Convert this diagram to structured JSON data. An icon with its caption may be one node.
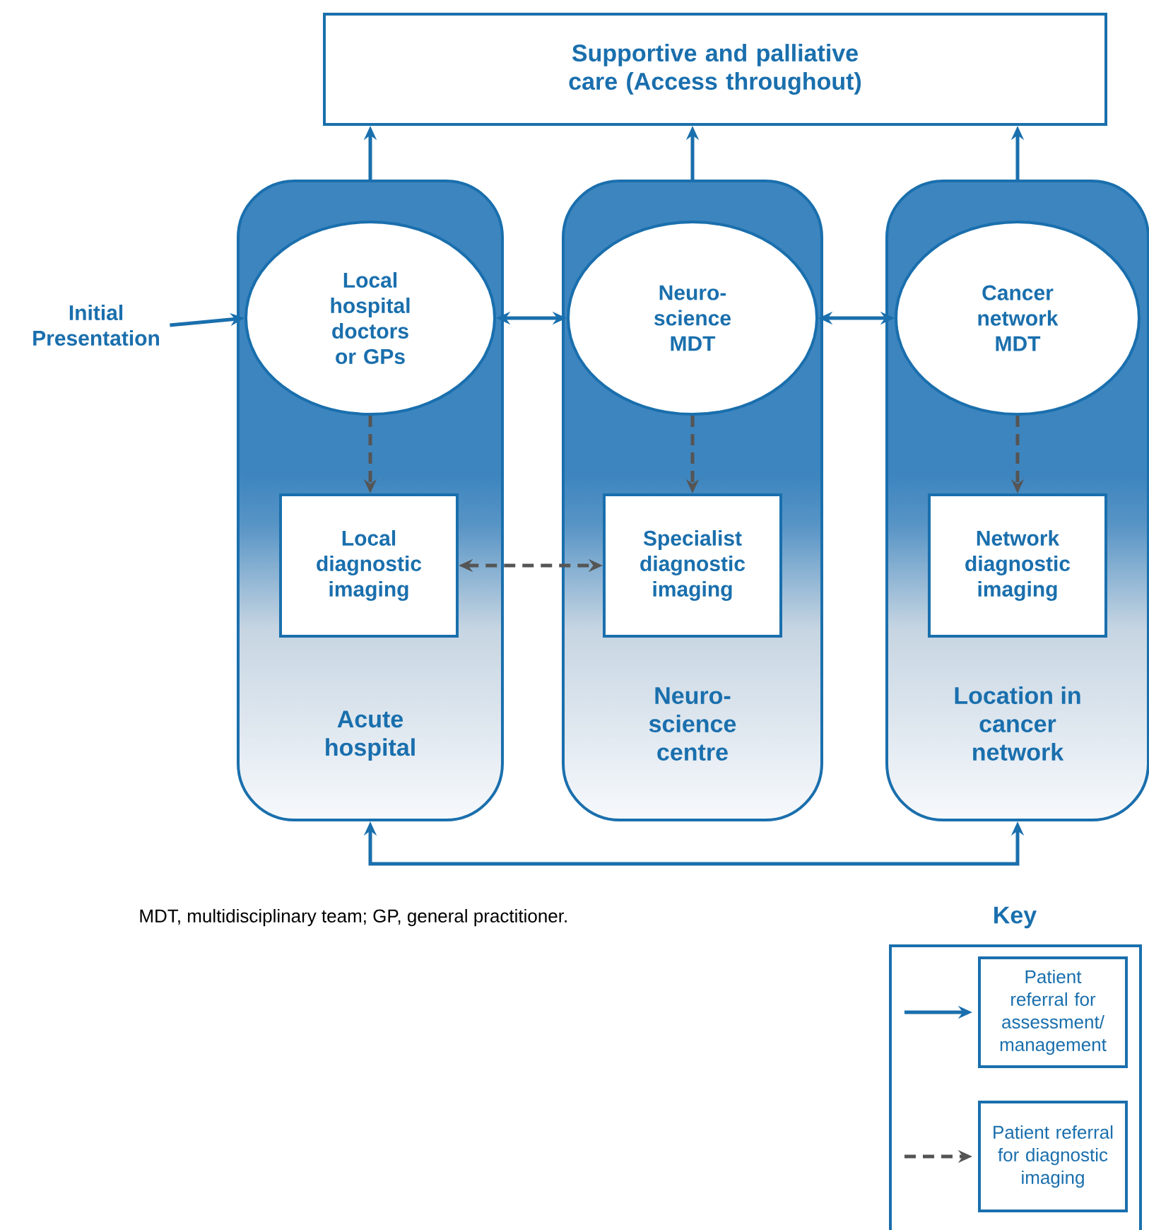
{
  "diagram": {
    "caption": "MDT, multidisciplinary team; GP, general practitioner.",
    "nodes": [
      {
        "text": [
          "Supportive and palliative care (Access throughout)"
        ]
      },
      {
        "text": [
          "Initial Presentation"
        ]
      },
      {
        "text": [
          "Acute hospital"
        ]
      },
      {
        "text": [
          "Local hospital doctors or GPs"
        ],
        "in": 2
      },
      {
        "text": [
          "Local diagnostic imaging"
        ],
        "in": 2
      },
      {
        "text": [
          "Neuro-science centre"
        ]
      },
      {
        "text": [
          "Neuro-science MDT"
        ],
        "in": 5
      },
      {
        "text": [
          "Specialist diagnostic imaging"
        ],
        "in": 5
      },
      {
        "text": [
          "Location in cancer network"
        ]
      },
      {
        "text": [
          "Cancer network MDT"
        ],
        "in": 8
      },
      {
        "text": [
          "Network diagnostic imaging"
        ],
        "in": 8
      }
    ],
    "edges": [
      {
        "from": 1,
        "to": 3,
        "arrow": "to"
      },
      {
        "from": 2,
        "to": 0,
        "arrow": "to"
      },
      {
        "from": 5,
        "to": 0,
        "arrow": "to"
      },
      {
        "from": 8,
        "to": 0,
        "arrow": "to"
      },
      {
        "from": 3,
        "to": 6,
        "arrow": "both"
      },
      {
        "from": 6,
        "to": 9,
        "arrow": "both"
      },
      {
        "from": 3,
        "to": 4,
        "arrow": "to",
        "style": "dashed",
        "color": "#555555"
      },
      {
        "from": 6,
        "to": 7,
        "arrow": "to",
        "style": "dashed",
        "color": "#555555"
      },
      {
        "from": 9,
        "to": 10,
        "arrow": "to",
        "style": "dashed",
        "color": "#555555"
      },
      {
        "from": 4,
        "to": 7,
        "arrow": "both",
        "style": "dashed",
        "color": "#555555"
      },
      {
        "from": 2,
        "to": 8,
        "arrow": "both"
      }
    ],
    "labels": [
      "Key"
    ],
    "legend": [
      {
        "text": "Patient referral for assessment/ management"
      },
      {
        "text": "Patient referral for diagnostic imaging"
      }
    ]
  }
}
